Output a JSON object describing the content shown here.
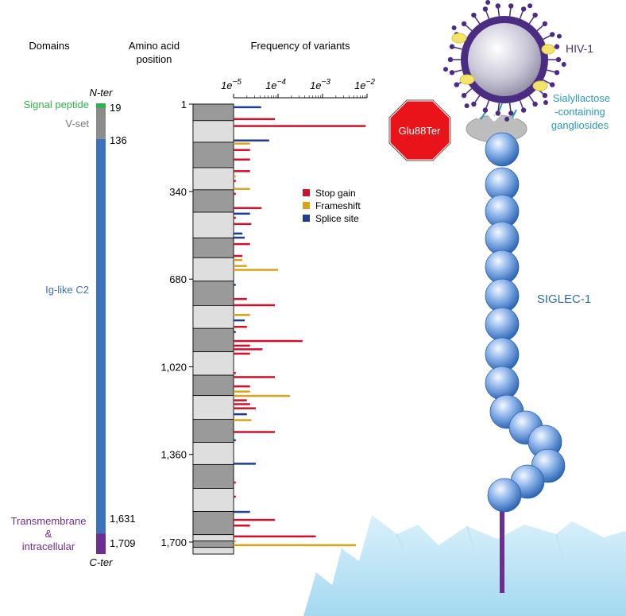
{
  "headers": {
    "domains": "Domains",
    "position_line1": "Amino acid",
    "position_line2": "position",
    "frequency": "Frequency of variants"
  },
  "domain_bar": {
    "n_ter": "N-ter",
    "c_ter": "C-ter",
    "segments": [
      {
        "name": "Signal peptide",
        "color": "#2db34a",
        "start": 1,
        "end": 19
      },
      {
        "name": "V-set",
        "color": "#8c8c8c",
        "start": 19,
        "end": 136
      },
      {
        "name": "Ig-like C2",
        "color": "#3a72c0",
        "start": 136,
        "end": 1631
      },
      {
        "name": "Transmembrane & intracellular",
        "color": "#6d2e91",
        "start": 1631,
        "end": 1709
      }
    ],
    "labels": {
      "signal": "Signal peptide",
      "vset": "V-set",
      "igc2": "Ig-like C2",
      "tm_line1": "Transmembrane",
      "tm_line2": "&",
      "tm_line3": "intracellular"
    },
    "boundary_ticks": [
      "19",
      "136",
      "1,631",
      "1,709"
    ]
  },
  "position_axis": {
    "ticks": [
      "1",
      "340",
      "680",
      "1,020",
      "1,360",
      "1,700"
    ],
    "tick_values": [
      1,
      340,
      680,
      1020,
      1360,
      1700
    ],
    "max": 1709
  },
  "frequency_axis": {
    "scale": "log",
    "range": [
      -5,
      -2
    ],
    "ticks": [
      {
        "base": "1e",
        "exp": "−5"
      },
      {
        "base": "1e",
        "exp": "−4"
      },
      {
        "base": "1e",
        "exp": "−3"
      },
      {
        "base": "1e",
        "exp": "−2"
      }
    ]
  },
  "exons": [
    {
      "start": 1,
      "end": 66,
      "shade": "dark"
    },
    {
      "start": 66,
      "end": 151,
      "shade": "light"
    },
    {
      "start": 151,
      "end": 251,
      "shade": "dark"
    },
    {
      "start": 251,
      "end": 338,
      "shade": "light"
    },
    {
      "start": 338,
      "end": 426,
      "shade": "dark"
    },
    {
      "start": 426,
      "end": 527,
      "shade": "light"
    },
    {
      "start": 527,
      "end": 605,
      "shade": "dark"
    },
    {
      "start": 605,
      "end": 697,
      "shade": "light"
    },
    {
      "start": 697,
      "end": 793,
      "shade": "dark"
    },
    {
      "start": 793,
      "end": 883,
      "shade": "light"
    },
    {
      "start": 883,
      "end": 975,
      "shade": "dark"
    },
    {
      "start": 975,
      "end": 1067,
      "shade": "light"
    },
    {
      "start": 1067,
      "end": 1147,
      "shade": "dark"
    },
    {
      "start": 1147,
      "end": 1240,
      "shade": "light"
    },
    {
      "start": 1240,
      "end": 1331,
      "shade": "dark"
    },
    {
      "start": 1331,
      "end": 1418,
      "shade": "light"
    },
    {
      "start": 1418,
      "end": 1512,
      "shade": "dark"
    },
    {
      "start": 1512,
      "end": 1603,
      "shade": "light"
    },
    {
      "start": 1603,
      "end": 1694,
      "shade": "dark"
    },
    {
      "start": 1694,
      "end": 1719,
      "shade": "light"
    },
    {
      "start": 1719,
      "end": 1744,
      "shade": "dark"
    },
    {
      "start": 1744,
      "end": 1770,
      "shade": "light"
    }
  ],
  "legend": [
    {
      "label": "Stop gain",
      "color": "#d0112b"
    },
    {
      "label": "Frameshift",
      "color": "#d9a21b"
    },
    {
      "label": "Splice site",
      "color": "#1f3e8f"
    }
  ],
  "chart_data": {
    "type": "bar",
    "orientation": "horizontal",
    "x_scale": "log10",
    "x_range": [
      -5,
      -2
    ],
    "y_range": [
      1,
      1709
    ],
    "variants": [
      {
        "pos": 13,
        "log10_freq": -4.38,
        "type": "Splice site"
      },
      {
        "pos": 59,
        "log10_freq": -4.07,
        "type": "Stop gain"
      },
      {
        "pos": 86,
        "log10_freq": -2.03,
        "type": "Stop gain"
      },
      {
        "pos": 142,
        "log10_freq": -4.2,
        "type": "Splice site"
      },
      {
        "pos": 154,
        "log10_freq": -4.63,
        "type": "Frameshift"
      },
      {
        "pos": 179,
        "log10_freq": -4.63,
        "type": "Stop gain"
      },
      {
        "pos": 216,
        "log10_freq": -4.63,
        "type": "Stop gain"
      },
      {
        "pos": 261,
        "log10_freq": -4.63,
        "type": "Stop gain"
      },
      {
        "pos": 281,
        "log10_freq": -4.95,
        "type": "Frameshift"
      },
      {
        "pos": 299,
        "log10_freq": -4.95,
        "type": "Stop gain"
      },
      {
        "pos": 330,
        "log10_freq": -4.63,
        "type": "Frameshift"
      },
      {
        "pos": 349,
        "log10_freq": -4.95,
        "type": "Stop gain"
      },
      {
        "pos": 404,
        "log10_freq": -4.37,
        "type": "Stop gain"
      },
      {
        "pos": 426,
        "log10_freq": -4.63,
        "type": "Splice site"
      },
      {
        "pos": 442,
        "log10_freq": -4.95,
        "type": "Stop gain"
      },
      {
        "pos": 466,
        "log10_freq": -4.6,
        "type": "Stop gain"
      },
      {
        "pos": 503,
        "log10_freq": -4.8,
        "type": "Splice site"
      },
      {
        "pos": 519,
        "log10_freq": -4.75,
        "type": "Splice site"
      },
      {
        "pos": 544,
        "log10_freq": -4.63,
        "type": "Stop gain"
      },
      {
        "pos": 590,
        "log10_freq": -4.8,
        "type": "Stop gain"
      },
      {
        "pos": 606,
        "log10_freq": -4.8,
        "type": "Frameshift"
      },
      {
        "pos": 629,
        "log10_freq": -4.7,
        "type": "Frameshift"
      },
      {
        "pos": 644,
        "log10_freq": -4.0,
        "type": "Frameshift"
      },
      {
        "pos": 702,
        "log10_freq": -4.95,
        "type": "Splice site"
      },
      {
        "pos": 757,
        "log10_freq": -4.7,
        "type": "Stop gain"
      },
      {
        "pos": 781,
        "log10_freq": -4.07,
        "type": "Stop gain"
      },
      {
        "pos": 819,
        "log10_freq": -4.63,
        "type": "Frameshift"
      },
      {
        "pos": 840,
        "log10_freq": -4.75,
        "type": "Splice site"
      },
      {
        "pos": 865,
        "log10_freq": -4.7,
        "type": "Stop gain"
      },
      {
        "pos": 885,
        "log10_freq": -4.95,
        "type": "Splice site"
      },
      {
        "pos": 920,
        "log10_freq": -3.45,
        "type": "Stop gain"
      },
      {
        "pos": 938,
        "log10_freq": -4.63,
        "type": "Stop gain"
      },
      {
        "pos": 952,
        "log10_freq": -4.35,
        "type": "Stop gain"
      },
      {
        "pos": 969,
        "log10_freq": -4.63,
        "type": "Stop gain"
      },
      {
        "pos": 1044,
        "log10_freq": -4.95,
        "type": "Stop gain"
      },
      {
        "pos": 1060,
        "log10_freq": -4.07,
        "type": "Stop gain"
      },
      {
        "pos": 1096,
        "log10_freq": -4.63,
        "type": "Stop gain"
      },
      {
        "pos": 1116,
        "log10_freq": -4.63,
        "type": "Frameshift"
      },
      {
        "pos": 1133,
        "log10_freq": -3.73,
        "type": "Frameshift"
      },
      {
        "pos": 1150,
        "log10_freq": -4.7,
        "type": "Stop gain"
      },
      {
        "pos": 1165,
        "log10_freq": -4.63,
        "type": "Stop gain"
      },
      {
        "pos": 1181,
        "log10_freq": -4.5,
        "type": "Stop gain"
      },
      {
        "pos": 1204,
        "log10_freq": -4.7,
        "type": "Splice site"
      },
      {
        "pos": 1227,
        "log10_freq": -4.6,
        "type": "Frameshift"
      },
      {
        "pos": 1273,
        "log10_freq": -4.07,
        "type": "Stop gain"
      },
      {
        "pos": 1305,
        "log10_freq": -4.95,
        "type": "Splice site"
      },
      {
        "pos": 1396,
        "log10_freq": -4.5,
        "type": "Splice site"
      },
      {
        "pos": 1469,
        "log10_freq": -4.95,
        "type": "Stop gain"
      },
      {
        "pos": 1524,
        "log10_freq": -4.95,
        "type": "Stop gain"
      },
      {
        "pos": 1583,
        "log10_freq": -4.63,
        "type": "Splice site"
      },
      {
        "pos": 1614,
        "log10_freq": -4.07,
        "type": "Stop gain"
      },
      {
        "pos": 1636,
        "log10_freq": -4.63,
        "type": "Stop gain"
      },
      {
        "pos": 1678,
        "log10_freq": -3.15,
        "type": "Stop gain"
      },
      {
        "pos": 1697,
        "log10_freq": -4.95,
        "type": "Frameshift"
      },
      {
        "pos": 1712,
        "log10_freq": -2.25,
        "type": "Frameshift"
      }
    ]
  },
  "stop_sign": {
    "text": "Glu88Ter",
    "color": "#e8141a"
  },
  "illustration": {
    "hiv_label": "HIV-1",
    "ganglioside_line1": "Sialyllactose",
    "ganglioside_line2": "-containing",
    "ganglioside_line3": "gangliosides",
    "siglec_label": "SIGLEC-1",
    "hiv_color": "#4a2c83",
    "siglec_color": "#2e6db5",
    "ganglioside_color": "#2a9ab8"
  }
}
